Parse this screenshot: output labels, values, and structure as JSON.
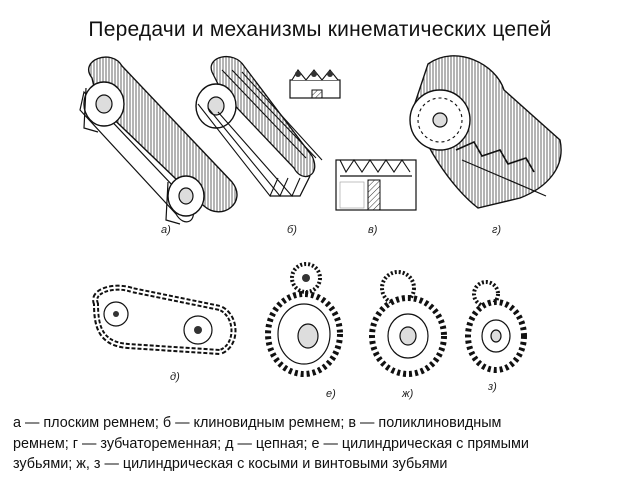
{
  "title": "Передачи и механизмы кинематических цепей",
  "labels": {
    "a": "а)",
    "b": "б)",
    "v": "в)",
    "g": "г)",
    "d": "д)",
    "e": "е)",
    "zh": "ж)",
    "z": "з)"
  },
  "caption": {
    "line1": "а — плоским ремнем; б — клиновидным ремнем; в — поликлиновидным",
    "line2": "ремнем; г — зубчатоременная; д — цепная; е — цилиндрическая с прямыми",
    "line3": "зубьями; ж, з — цилиндрическая с косыми и винтовыми зубьями"
  }
}
